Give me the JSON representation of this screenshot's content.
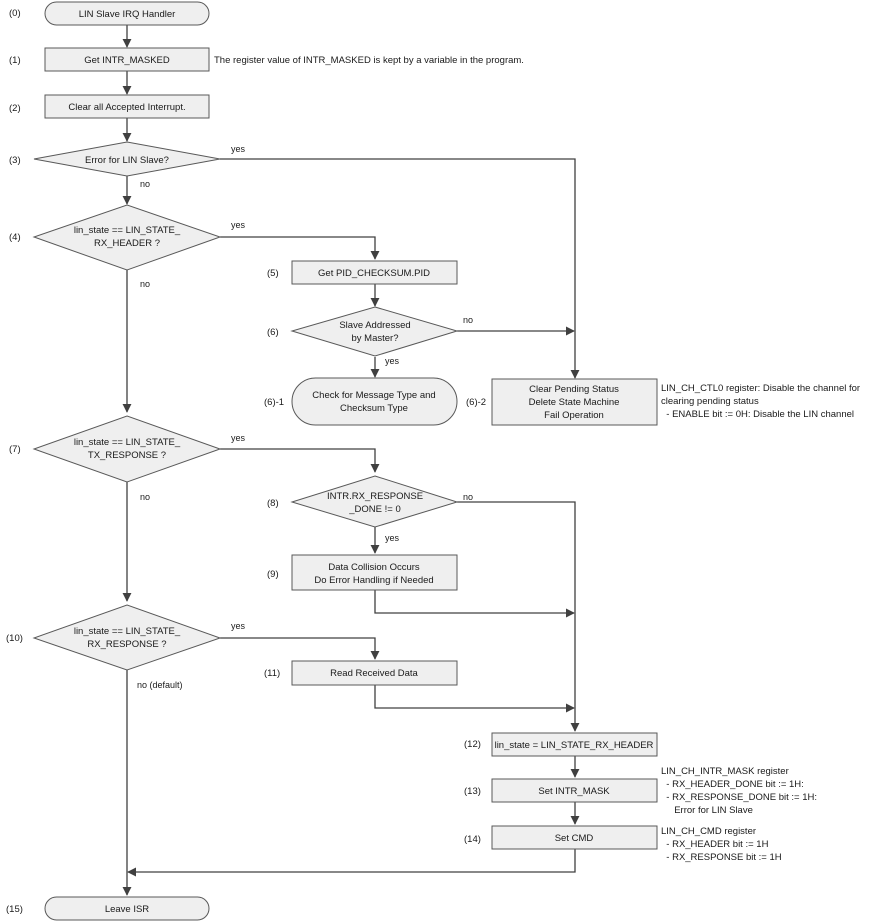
{
  "steps": {
    "s0": "(0)",
    "s1": "(1)",
    "s2": "(2)",
    "s3": "(3)",
    "s4": "(4)",
    "s5": "(5)",
    "s6": "(6)",
    "s6_1": "(6)-1",
    "s6_2": "(6)-2",
    "s7": "(7)",
    "s8": "(8)",
    "s9": "(9)",
    "s10": "(10)",
    "s11": "(11)",
    "s12": "(12)",
    "s13": "(13)",
    "s14": "(14)",
    "s15": "(15)"
  },
  "nodes": {
    "start": "LIN Slave IRQ Handler",
    "get_intr_masked": "Get INTR_MASKED",
    "clear_interrupt": "Clear all Accepted Interrupt.",
    "error_check": "Error for LIN Slave?",
    "rx_header_check": [
      "lin_state == LIN_STATE_",
      "RX_HEADER ?"
    ],
    "get_pid": "Get PID_CHECKSUM.PID",
    "slave_addressed": [
      "Slave Addressed",
      "by Master?"
    ],
    "check_message": [
      "Check for Message Type and",
      "Checksum Type"
    ],
    "clear_pending": [
      "Clear Pending Status",
      "Delete State Machine",
      "Fail Operation"
    ],
    "tx_response_check": [
      "lin_state == LIN_STATE_",
      "TX_RESPONSE ?"
    ],
    "rx_response_done": [
      "INTR.RX_RESPONSE",
      "_DONE != 0"
    ],
    "data_collision": [
      "Data Collision Occurs",
      "Do Error Handling if Needed"
    ],
    "rx_response_check": [
      "lin_state == LIN_STATE_",
      "RX_RESPONSE ?"
    ],
    "read_data": "Read Received Data",
    "set_state": "lin_state = LIN_STATE_RX_HEADER",
    "set_intr_mask": "Set INTR_MASK",
    "set_cmd": "Set CMD",
    "leave": "Leave ISR"
  },
  "labels": {
    "yes": "yes",
    "no": "no",
    "no_default": "no (default)"
  },
  "notes": {
    "intr_masked": "The register value of INTR_MASKED is kept by a variable in the program.",
    "ctl0": [
      "LIN_CH_CTL0 register: Disable the channel for",
      "clearing pending status",
      "  - ENABLE bit := 0H: Disable the LIN channel"
    ],
    "intr_mask": [
      "LIN_CH_INTR_MASK register",
      "  - RX_HEADER_DONE bit := 1H:",
      "  - RX_RESPONSE_DONE bit := 1H:",
      "     Error for LIN Slave"
    ],
    "cmd": [
      "LIN_CH_CMD register",
      "  - RX_HEADER bit := 1H",
      "  - RX_RESPONSE bit := 1H"
    ]
  },
  "colors": {
    "node_fill": "#efefef",
    "node_stroke": "#595959",
    "edge": "#404040",
    "text": "#1a1a1a"
  }
}
